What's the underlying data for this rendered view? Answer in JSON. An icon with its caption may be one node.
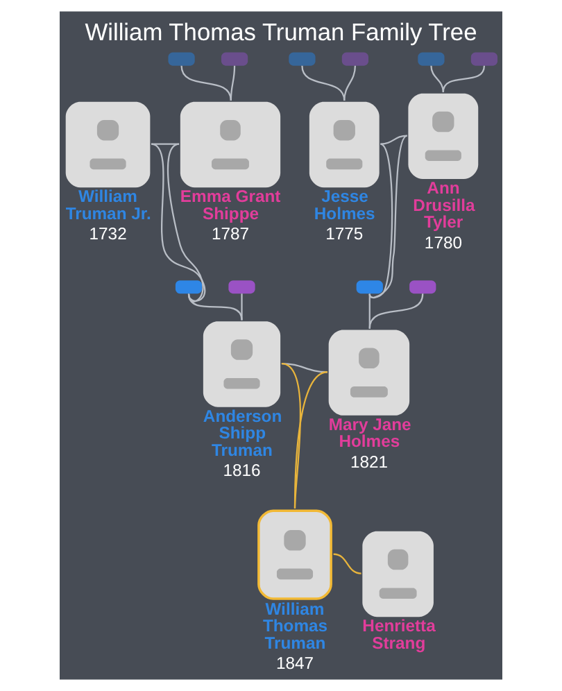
{
  "diagram": {
    "title": "William Thomas Truman Family Tree",
    "nodes": [
      {
        "text": [],
        "shape": "box"
      },
      {
        "text": [],
        "shape": "box"
      },
      {
        "text": [],
        "shape": "box"
      },
      {
        "text": [],
        "shape": "box"
      },
      {
        "text": [],
        "shape": "box"
      },
      {
        "text": [],
        "shape": "box"
      },
      {
        "text": [
          "William Truman Jr.",
          "1732"
        ]
      },
      {
        "text": [
          "Emma Grant Shippe",
          "1787"
        ]
      },
      {
        "text": [
          "Jesse Holmes",
          "1775"
        ]
      },
      {
        "text": [
          "Ann Drusilla Tyler",
          "1780"
        ]
      },
      {
        "text": [],
        "shape": "box"
      },
      {
        "text": [],
        "shape": "box"
      },
      {
        "text": [],
        "shape": "box"
      },
      {
        "text": [],
        "shape": "box"
      },
      {
        "text": [
          "Anderson Shipp Truman",
          "1816"
        ]
      },
      {
        "text": [
          "Mary Jane Holmes",
          "1821"
        ]
      },
      {
        "text": [
          "William Thomas Truman",
          "1847"
        ]
      },
      {
        "text": [
          "Henrietta Strang"
        ]
      }
    ],
    "edges": [
      {
        "from": 0,
        "to": 7,
        "arrow": "none"
      },
      {
        "from": 1,
        "to": 7,
        "arrow": "none"
      },
      {
        "from": 2,
        "to": 8,
        "arrow": "none"
      },
      {
        "from": 3,
        "to": 8,
        "arrow": "none"
      },
      {
        "from": 4,
        "to": 9,
        "arrow": "none"
      },
      {
        "from": 5,
        "to": 9,
        "arrow": "none"
      },
      {
        "from": 6,
        "to": 7,
        "arrow": "none"
      },
      {
        "from": 8,
        "to": 9,
        "arrow": "none"
      },
      {
        "from": 6,
        "to": 10,
        "arrow": "none"
      },
      {
        "from": 7,
        "to": 10,
        "arrow": "none"
      },
      {
        "from": 8,
        "to": 12,
        "arrow": "none"
      },
      {
        "from": 9,
        "to": 12,
        "arrow": "none"
      },
      {
        "from": 10,
        "to": 14,
        "arrow": "none"
      },
      {
        "from": 11,
        "to": 14,
        "arrow": "none"
      },
      {
        "from": 12,
        "to": 15,
        "arrow": "none"
      },
      {
        "from": 13,
        "to": 15,
        "arrow": "none"
      },
      {
        "from": 14,
        "to": 15,
        "arrow": "none"
      },
      {
        "from": 14,
        "to": 16,
        "arrow": "none",
        "color": "#e8b43c"
      },
      {
        "from": 15,
        "to": 16,
        "arrow": "none",
        "color": "#e8b43c"
      },
      {
        "from": 16,
        "to": 17,
        "arrow": "none",
        "color": "#e8b43c"
      }
    ]
  }
}
